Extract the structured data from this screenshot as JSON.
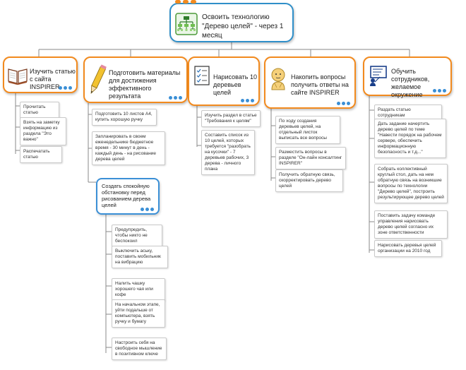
{
  "root": {
    "title": "Освоить технологию \"Дерево целей\" - через 1 месяц",
    "icon": "tree-chart-icon"
  },
  "branches": [
    {
      "label": "Изучить статью с сайта INSPIRER",
      "icon": "open-book-icon",
      "notes": [
        "Прочитать статью",
        "Взять на заметку информацию из раздела \"Это важно\"",
        "Распечатать статью"
      ]
    },
    {
      "label": "Подготовить материалы для достижения эффективного результата",
      "icon": "pencil-icon",
      "notes": [
        "Подготовить 10 листов А4, купить хорошую ручку",
        "Запланировать в своем еженедельнике бюджетное время - 30 минут в день - каждый день - на рисование дерева целей"
      ],
      "sub": {
        "label": "Создать спокойную обстановку перед рисованием дерева целей",
        "notes": [
          "Предупредить, чтобы никто не беспокоил",
          "Выключить аську, поставить мобильник на вибрацию",
          "Налить чашку хорошего чая или кофе",
          "На начальном этапе, уйти подальше от компьютера, взять ручку и бумагу",
          "Настроить себя на свободное мышление в позитивном ключе"
        ]
      }
    },
    {
      "label": "Нарисовать 10 деревьев целей",
      "icon": "checklist-icon",
      "notes": [
        "Изучить раздел в статье \"Требования к целям\"",
        "Составить список из 10 целей, которых требуется \"разобрать на кусочки\" - 7 деревьев рабочих, 3 дерева - личного плана"
      ]
    },
    {
      "label": "Накопить вопросы получить ответы на сайте INSPIRER",
      "icon": "thinking-person-icon",
      "notes": [
        "По ходу создания деревьев целей, на отдельный листок выписать все вопросы",
        "Разместить вопросы в разделе \"Он-лайн консалтинг INSPIRER\"",
        "Получить обратную связь, скорректировать дерево целей"
      ]
    },
    {
      "label": "Обучить сотрудников, желаемое окружение",
      "icon": "presentation-board-icon",
      "notes": [
        "Раздать статью сотрудникам",
        "Дать задание начертить дерево целей по теме \"Навести порядок на рабочем сервере, обеспечить информационную безопасность и т.д...\"",
        "Собрать коллективный круглый стол, дать на нем обратную связь на возникшие вопросы по технологии \"Дерево целей\", построить результирующее дерево целей",
        "Поставить задачу команде управления нарисовать дерево целей согласно их зоне ответственности",
        "Нарисовать деревья целей организации на 2010 год"
      ]
    }
  ],
  "colors": {
    "branch_border": "#f28a1e",
    "root_border": "#2f8fc9",
    "sub_border": "#3a8fd6",
    "dots": "#3a8fd6"
  }
}
